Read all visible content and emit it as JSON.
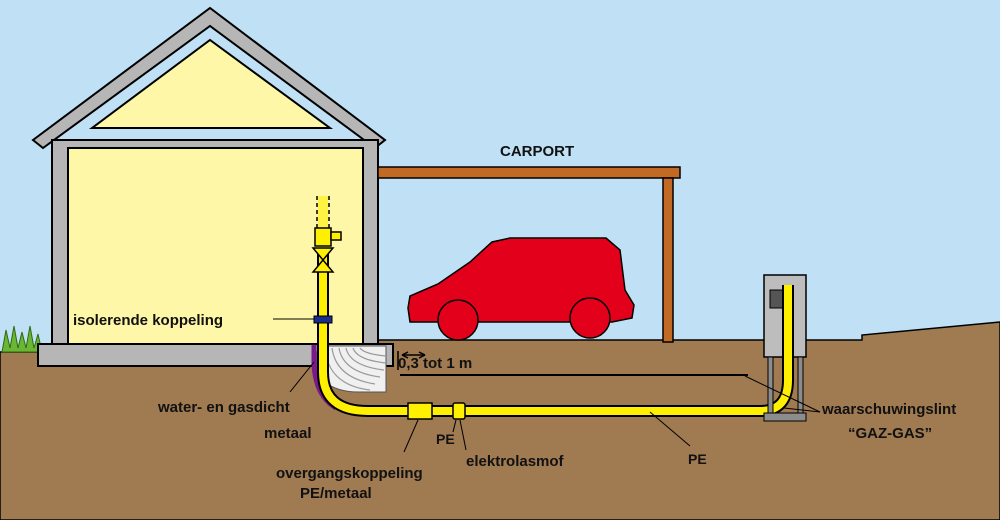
{
  "labels": {
    "carport": "CARPORT",
    "isolating_coupling": "isolerende koppeling",
    "watertight_line1": "water- en gasdicht",
    "watertight_line2": "metaal",
    "distance": "0,3 tot 1 m",
    "transition_line1": "overgangskoppeling",
    "transition_line2": "PE/metaal",
    "pe_small": "PE",
    "electrofusion": "elektrolasmof",
    "pe_main": "PE",
    "warning_line1": "waarschuwingslint",
    "warning_line2": "“GAZ-GAS”"
  },
  "colors": {
    "sky": "#bfe0f5",
    "soil": "#a07a51",
    "house_wall": "#fff7a8",
    "house_frame": "#b6b6b6",
    "roof_fill": "#fff7a8",
    "carport_wood": "#c26a24",
    "car": "#e3001b",
    "gas_pipe": "#ffef00",
    "sleeve": "#f0f0f0",
    "grass": "#6bb634",
    "meter_cabinet": "#bdbdbd"
  },
  "icons": {
    "valve": "valve-icon",
    "gas_meter": "gas-meter-icon",
    "car": "car-icon"
  }
}
